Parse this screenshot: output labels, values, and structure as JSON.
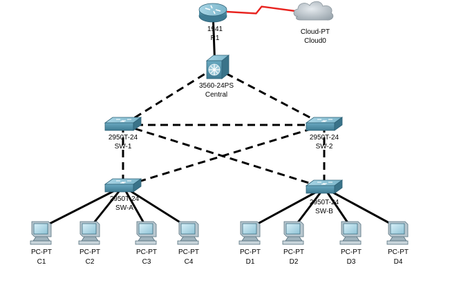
{
  "devices": {
    "router": {
      "model": "1941",
      "name": "R1",
      "icon": "router-icon"
    },
    "cloud": {
      "model": "Cloud-PT",
      "name": "Cloud0",
      "icon": "cloud-icon"
    },
    "central": {
      "model": "3560-24PS",
      "name": "Central",
      "icon": "multilayer-switch-icon"
    },
    "sw1": {
      "model": "2950T-24",
      "name": "SW-1",
      "icon": "switch-icon"
    },
    "sw2": {
      "model": "2950T-24",
      "name": "SW-2",
      "icon": "switch-icon"
    },
    "swa": {
      "model": "2950T-24",
      "name": "SW-A",
      "icon": "switch-icon"
    },
    "swb": {
      "model": "2950T-24",
      "name": "SW-B",
      "icon": "switch-icon"
    },
    "c1": {
      "model": "PC-PT",
      "name": "C1",
      "icon": "pc-icon"
    },
    "c2": {
      "model": "PC-PT",
      "name": "C2",
      "icon": "pc-icon"
    },
    "c3": {
      "model": "PC-PT",
      "name": "C3",
      "icon": "pc-icon"
    },
    "c4": {
      "model": "PC-PT",
      "name": "C4",
      "icon": "pc-icon"
    },
    "d1": {
      "model": "PC-PT",
      "name": "D1",
      "icon": "pc-icon"
    },
    "d2": {
      "model": "PC-PT",
      "name": "D2",
      "icon": "pc-icon"
    },
    "d3": {
      "model": "PC-PT",
      "name": "D3",
      "icon": "pc-icon"
    },
    "d4": {
      "model": "PC-PT",
      "name": "D4",
      "icon": "pc-icon"
    }
  },
  "links": [
    {
      "from": "router",
      "to": "cloud",
      "type": "serial"
    },
    {
      "from": "router",
      "to": "central",
      "type": "solid"
    },
    {
      "from": "central",
      "to": "sw1",
      "type": "dashed"
    },
    {
      "from": "central",
      "to": "sw2",
      "type": "dashed"
    },
    {
      "from": "sw1",
      "to": "sw2",
      "type": "dashed"
    },
    {
      "from": "sw1",
      "to": "swa",
      "type": "dashed"
    },
    {
      "from": "sw1",
      "to": "swb",
      "type": "dashed"
    },
    {
      "from": "sw2",
      "to": "swa",
      "type": "dashed"
    },
    {
      "from": "sw2",
      "to": "swb",
      "type": "dashed"
    },
    {
      "from": "swa",
      "to": "c1",
      "type": "solid"
    },
    {
      "from": "swa",
      "to": "c2",
      "type": "solid"
    },
    {
      "from": "swa",
      "to": "c3",
      "type": "solid"
    },
    {
      "from": "swa",
      "to": "c4",
      "type": "solid"
    },
    {
      "from": "swb",
      "to": "d1",
      "type": "solid"
    },
    {
      "from": "swb",
      "to": "d2",
      "type": "solid"
    },
    {
      "from": "swb",
      "to": "d3",
      "type": "solid"
    },
    {
      "from": "swb",
      "to": "d4",
      "type": "solid"
    }
  ],
  "colors": {
    "serial_link": "#e8231f",
    "ethernet_link": "#000000",
    "device_body": "#4f8ea8",
    "device_top": "#8fc3d6",
    "cloud": "#b9c2c9"
  }
}
